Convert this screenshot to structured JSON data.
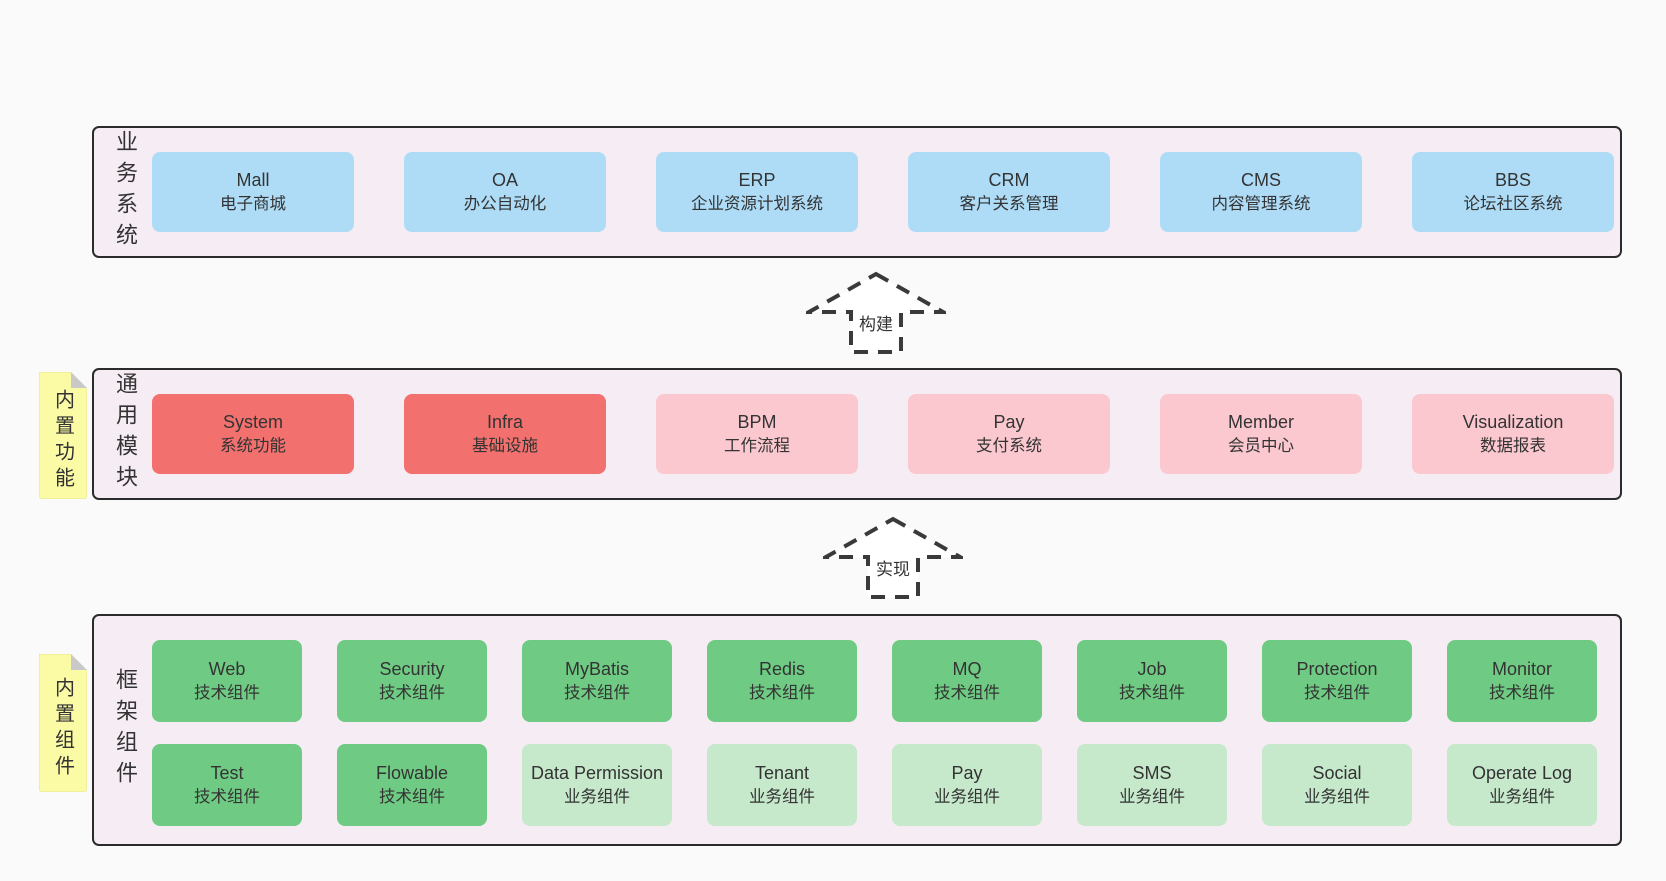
{
  "colors": {
    "page_bg": "#fafafa",
    "panel_bg": "#f6ecf4",
    "panel_border": "#2b2b2b",
    "box_blue": "#aedcf7",
    "box_red": "#f2716e",
    "box_pink": "#fbc8cf",
    "box_green": "#6fcb83",
    "box_green_light": "#c6e8cb",
    "sticky_bg": "#fbfba6",
    "sticky_fold": "#c9c9c9",
    "text": "#333333"
  },
  "layers": {
    "business": {
      "label": "业务系统",
      "boxes": [
        {
          "en": "Mall",
          "zh": "电子商城"
        },
        {
          "en": "OA",
          "zh": "办公自动化"
        },
        {
          "en": "ERP",
          "zh": "企业资源计划系统"
        },
        {
          "en": "CRM",
          "zh": "客户关系管理"
        },
        {
          "en": "CMS",
          "zh": "内容管理系统"
        },
        {
          "en": "BBS",
          "zh": "论坛社区系统"
        }
      ]
    },
    "modules": {
      "label": "通用模块",
      "sticky": "内置功能",
      "boxes": [
        {
          "en": "System",
          "zh": "系统功能"
        },
        {
          "en": "Infra",
          "zh": "基础设施"
        },
        {
          "en": "BPM",
          "zh": "工作流程"
        },
        {
          "en": "Pay",
          "zh": "支付系统"
        },
        {
          "en": "Member",
          "zh": "会员中心"
        },
        {
          "en": "Visualization",
          "zh": "数据报表"
        }
      ]
    },
    "framework": {
      "label": "框架组件",
      "sticky": "内置组件",
      "row1": [
        {
          "en": "Web",
          "zh": "技术组件"
        },
        {
          "en": "Security",
          "zh": "技术组件"
        },
        {
          "en": "MyBatis",
          "zh": "技术组件"
        },
        {
          "en": "Redis",
          "zh": "技术组件"
        },
        {
          "en": "MQ",
          "zh": "技术组件"
        },
        {
          "en": "Job",
          "zh": "技术组件"
        },
        {
          "en": "Protection",
          "zh": "技术组件"
        },
        {
          "en": "Monitor",
          "zh": "技术组件"
        }
      ],
      "row2": [
        {
          "en": "Test",
          "zh": "技术组件"
        },
        {
          "en": "Flowable",
          "zh": "技术组件"
        },
        {
          "en": "Data Permission",
          "zh": "业务组件"
        },
        {
          "en": "Tenant",
          "zh": "业务组件"
        },
        {
          "en": "Pay",
          "zh": "业务组件"
        },
        {
          "en": "SMS",
          "zh": "业务组件"
        },
        {
          "en": "Social",
          "zh": "业务组件"
        },
        {
          "en": "Operate Log",
          "zh": "业务组件"
        }
      ]
    }
  },
  "arrows": {
    "build": "构建",
    "implement": "实现"
  }
}
